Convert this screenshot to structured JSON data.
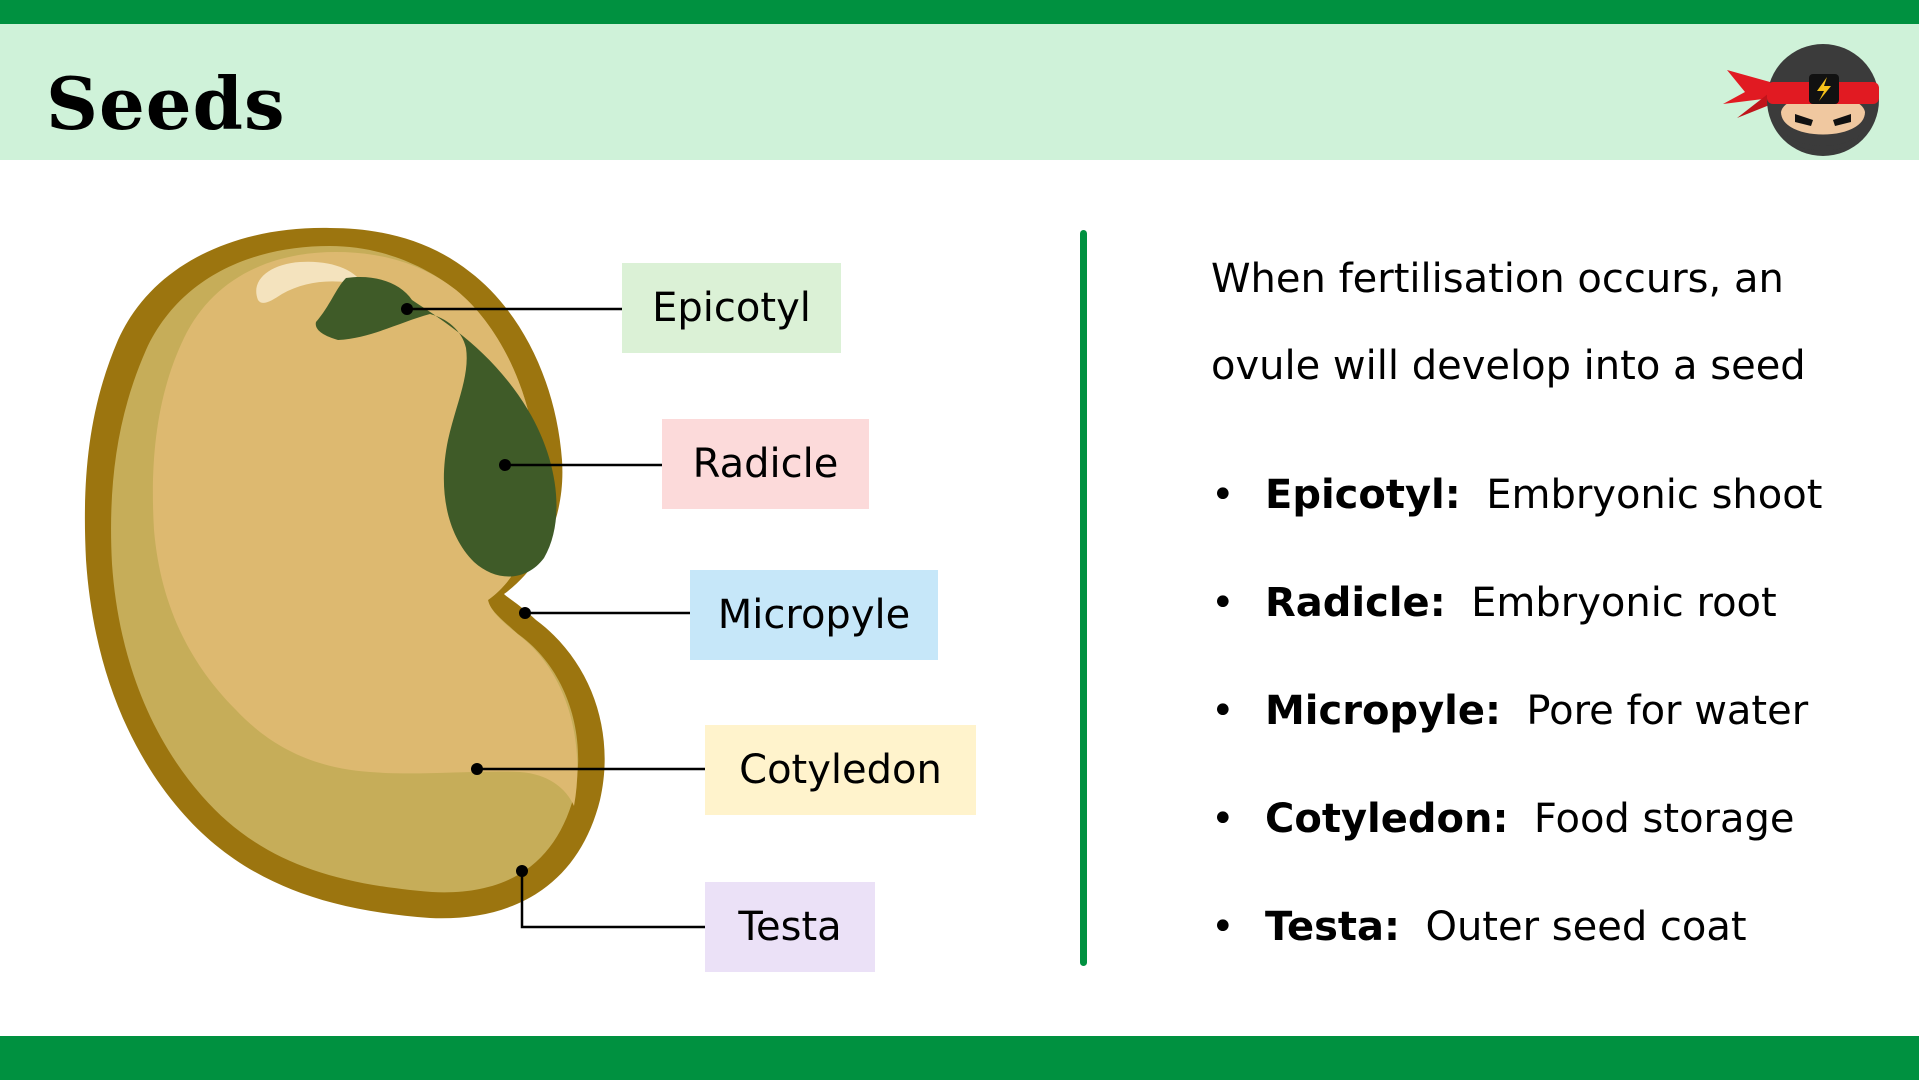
{
  "theme": {
    "green": "#009140",
    "header_bg": "#CFF2D9",
    "seed_coat": "#9C750F",
    "seed_inner": "#C6AD59",
    "seed_body": "#DDB970",
    "embryo": "#3F5B28",
    "highlight": "#F4E3BE"
  },
  "header": {
    "title": "Seeds",
    "logo_icon": "ninja-logo-icon"
  },
  "diagram": {
    "labels": [
      {
        "id": "epicotyl",
        "text": "Epicotyl",
        "color": "#DBF1D6"
      },
      {
        "id": "radicle",
        "text": "Radicle",
        "color": "#FCDADA"
      },
      {
        "id": "micropyle",
        "text": "Micropyle",
        "color": "#C6E7F9"
      },
      {
        "id": "cotyledon",
        "text": "Cotyledon",
        "color": "#FFF3CC"
      },
      {
        "id": "testa",
        "text": "Testa",
        "color": "#EBE1F7"
      }
    ]
  },
  "content": {
    "intro": "When fertilisation occurs, an ovule will develop into a seed",
    "bullet": "•",
    "definitions": [
      {
        "term": "Epicotyl:",
        "definition": "Embryonic shoot"
      },
      {
        "term": "Radicle:",
        "definition": "Embryonic root"
      },
      {
        "term": "Micropyle:",
        "definition": "Pore for water"
      },
      {
        "term": "Cotyledon:",
        "definition": "Food storage"
      },
      {
        "term": "Testa:",
        "definition": "Outer seed coat"
      }
    ]
  }
}
